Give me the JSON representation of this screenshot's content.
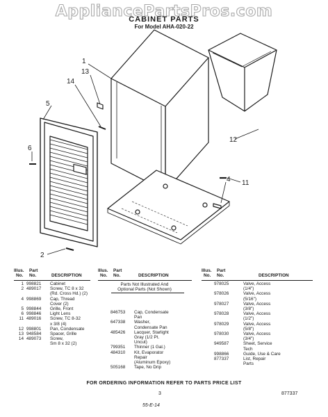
{
  "watermark": "AppliancePartsPros.com",
  "title": "CABINET PARTS",
  "subtitle": "For Model AHA-020-22",
  "callouts": [
    "1",
    "2",
    "4",
    "5",
    "6",
    "11",
    "12",
    "13",
    "14"
  ],
  "table_headers": {
    "illus": "Illus.",
    "no": "No.",
    "part": "Part",
    "part_no": "No.",
    "description": "DESCRIPTION"
  },
  "parts_col1": [
    {
      "illus": "1",
      "part": "998821",
      "desc": "Cabinet"
    },
    {
      "illus": "2",
      "part": "489017",
      "desc": "Screw, TC 8 x 32"
    },
    {
      "illus": "",
      "part": "",
      "desc": "(Rd. Cross Hd.) (2)"
    },
    {
      "illus": "4",
      "part": "998869",
      "desc": "Cap, Thread"
    },
    {
      "illus": "",
      "part": "",
      "desc": "Cover (2)"
    },
    {
      "illus": "5",
      "part": "998844",
      "desc": "Grille, Front"
    },
    {
      "illus": "6",
      "part": "998846",
      "desc": "Light Lens"
    },
    {
      "illus": "11",
      "part": "489016",
      "desc": "Screw, TC 8-32"
    },
    {
      "illus": "",
      "part": "",
      "desc": "x 3/8 (4)"
    },
    {
      "illus": "12",
      "part": "998801",
      "desc": "Pan, Condensate"
    },
    {
      "illus": "13",
      "part": "948584",
      "desc": "Spacer, Grille"
    },
    {
      "illus": "14",
      "part": "489073",
      "desc": "Screw,"
    },
    {
      "illus": "",
      "part": "",
      "desc": "Sm 8 x 32 (2)"
    }
  ],
  "not_illustrated_heading": [
    "Parts Not Illustrated And",
    "Optional Parts (Not Shown)"
  ],
  "parts_col2": [
    {
      "part": "846753",
      "desc": "Cap, Condensate"
    },
    {
      "part": "",
      "desc": "Pan"
    },
    {
      "part": "647338",
      "desc": "Washer,"
    },
    {
      "part": "",
      "desc": "Condensate Pan"
    },
    {
      "part": "485426",
      "desc": "Lacquer, Starlight"
    },
    {
      "part": "",
      "desc": "Gray (1/2 Pt."
    },
    {
      "part": "",
      "desc": "Uncut)"
    },
    {
      "part": "799351",
      "desc": "Thinner (1 Gal.)"
    },
    {
      "part": "484310",
      "desc": "Kit, Evaporator"
    },
    {
      "part": "",
      "desc": "Repair"
    },
    {
      "part": "",
      "desc": "(Aluminum Epoxy)"
    },
    {
      "part": "505168",
      "desc": "Tape, No Drip"
    }
  ],
  "parts_col3": [
    {
      "part": "978025",
      "desc": "Valve, Access"
    },
    {
      "part": "",
      "desc": "(1/4\")"
    },
    {
      "part": "978026",
      "desc": "Valve, Access"
    },
    {
      "part": "",
      "desc": "(5/16\")"
    },
    {
      "part": "978027",
      "desc": "Valve, Access"
    },
    {
      "part": "",
      "desc": "(3/8\")"
    },
    {
      "part": "978028",
      "desc": "Valve, Access"
    },
    {
      "part": "",
      "desc": "(1/2\")"
    },
    {
      "part": "978029",
      "desc": "Valve, Access"
    },
    {
      "part": "",
      "desc": "(5/8\")"
    },
    {
      "part": "978030",
      "desc": "Valve, Access"
    },
    {
      "part": "",
      "desc": "(3/4\")"
    },
    {
      "part": "949587",
      "desc": "Sheet, Service"
    },
    {
      "part": "",
      "desc": "Tech"
    },
    {
      "part": "998866",
      "desc": "Guide, Use & Care"
    },
    {
      "part": "877337",
      "desc": "List, Repair"
    },
    {
      "part": "",
      "desc": "Parts"
    }
  ],
  "footer": "FOR ORDERING INFORMATION REFER TO PARTS PRICE LIST",
  "page_number": "3",
  "doc_number": "877337",
  "handwritten_note": "55-E-14"
}
